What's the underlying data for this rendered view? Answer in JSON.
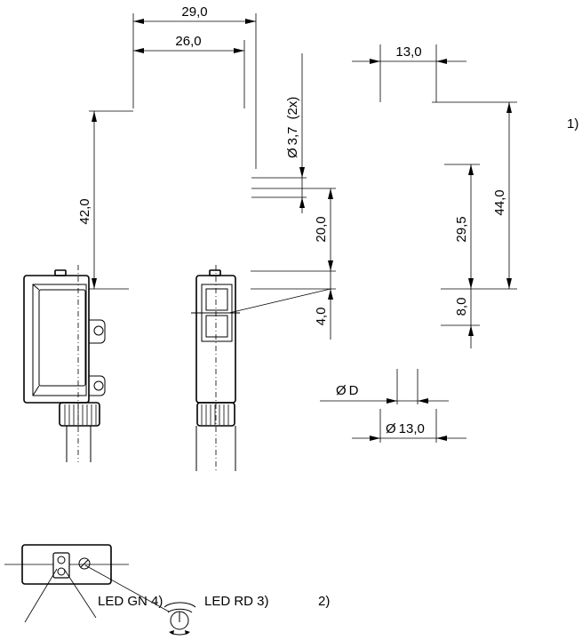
{
  "dimensions": {
    "top_width_outer": "29,0",
    "top_width_inner": "26,0",
    "hole": "3,7",
    "hole_count": "(2x)",
    "height_left": "42,0",
    "height_mid": "20,0",
    "height_small": "4,0",
    "right_width": "13,0",
    "right_height": "44,0",
    "right_mid": "29,5",
    "right_small": "8,0",
    "dia_d": "D",
    "dia_13": "13,0",
    "diameter_symbol": "Ø"
  },
  "notes": {
    "note1": "1)",
    "note2": "2)",
    "led_gn": "LED GN 4)",
    "led_rd": "LED RD 3)"
  }
}
